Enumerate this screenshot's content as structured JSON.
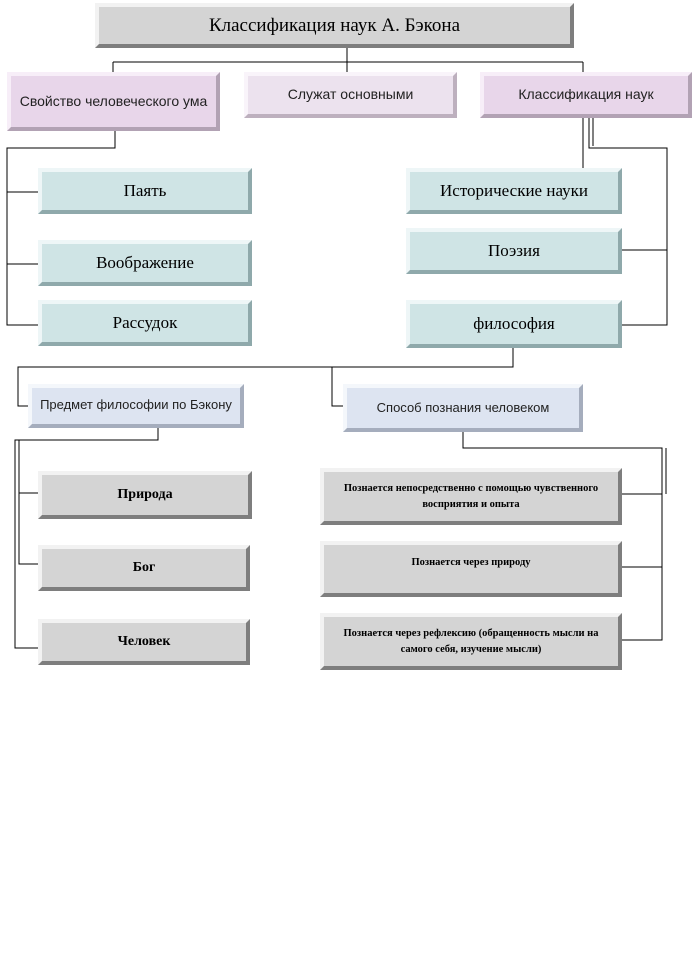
{
  "title": "Классификация наук А. Бэкона",
  "headers": {
    "mind": "Свойство человеческого ума",
    "serve": "Служат основными",
    "classification": "Классификация наук"
  },
  "mind_items": [
    "Паять",
    "Воображение",
    "Рассудок"
  ],
  "science_items": [
    "Исторические науки",
    "Поэзия",
    "философия"
  ],
  "philosophy_branches": {
    "subject": "Предмет философии по Бэкону",
    "method": "Способ познания человеком"
  },
  "subjects": [
    "Природа",
    "Бог",
    "Человек"
  ],
  "methods": [
    "Познается непосредственно с помощью чувственного восприятия и опыта",
    "Познается через природу",
    "Познается через рефлексию (обращенность мысли на самого себя, изучение мысли)"
  ]
}
